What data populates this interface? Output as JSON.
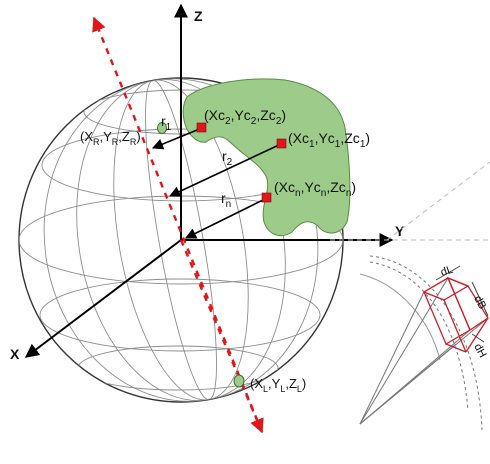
{
  "axes": {
    "x": "X",
    "y": "Y",
    "z": "Z"
  },
  "points": {
    "c2": {
      "pre": "(Xc",
      "s1": "2",
      "m1": ",Yc",
      "s2": "2",
      "m2": ",Zc",
      "s3": "2",
      "post": ")"
    },
    "c1": {
      "pre": "(Xc",
      "s1": "1",
      "m1": ",Yc",
      "s2": "1",
      "m2": ",Zc",
      "s3": "1",
      "post": ")"
    },
    "cn": {
      "pre": "(Xc",
      "s1": "n",
      "m1": ",Yc",
      "s2": "n",
      "m2": ",Zc",
      "s3": "n",
      "post": ")"
    },
    "r": {
      "pre": "(X",
      "s1": "R",
      "m1": ",Y",
      "s2": "R",
      "m2": ",Z",
      "s3": "R",
      "post": ")"
    },
    "l": {
      "pre": "(X",
      "s1": "L",
      "m1": ",Y",
      "s2": "L",
      "m2": ",Z",
      "s3": "L",
      "post": ")"
    }
  },
  "radii": {
    "r1": {
      "base": "r",
      "sub": "1"
    },
    "r2": {
      "base": "r",
      "sub": "2"
    },
    "rn": {
      "base": "r",
      "sub": "n"
    }
  },
  "element": {
    "dl": "dL",
    "db": "dB",
    "dh": "dH"
  },
  "colors": {
    "region": "#9dcc8a",
    "region_stroke": "#5a8a48",
    "point": "#e0161a",
    "dashed_axis": "#e0161a",
    "grid": "#8a8a8a",
    "volume": "#d21d25"
  }
}
